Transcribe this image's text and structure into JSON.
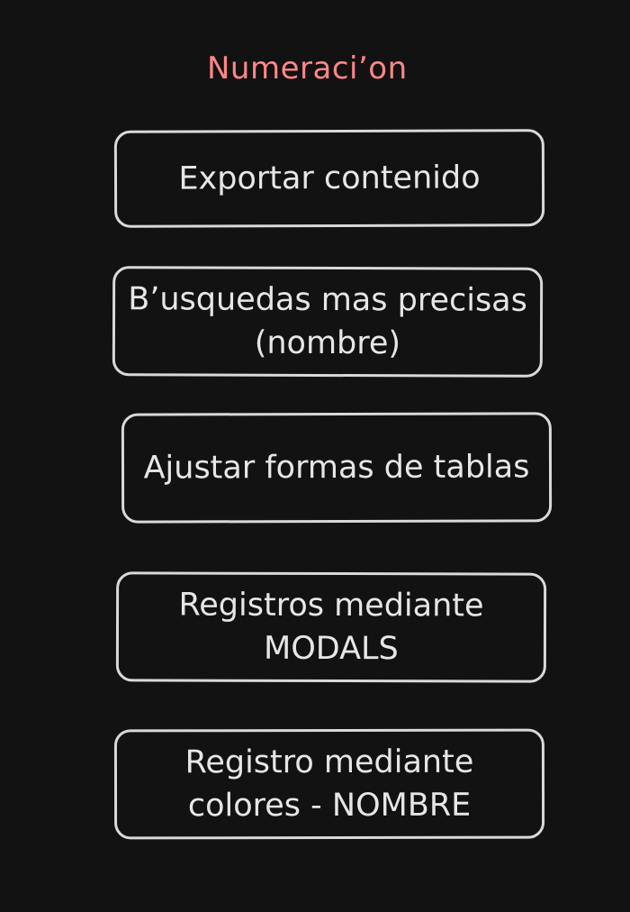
{
  "diagram": {
    "title": "Numeraci’on",
    "items": [
      {
        "label": "Exportar contenido"
      },
      {
        "label": "B’usquedas mas precisas (nombre)"
      },
      {
        "label": "Ajustar formas de tablas"
      },
      {
        "label": "Registros mediante MODALS"
      },
      {
        "label": "Registro mediante colores - NOMBRE"
      }
    ],
    "colors": {
      "background": "#121212",
      "title": "#ff8787",
      "box_border": "#d9d9d9",
      "box_text": "#e6e6e6"
    }
  }
}
